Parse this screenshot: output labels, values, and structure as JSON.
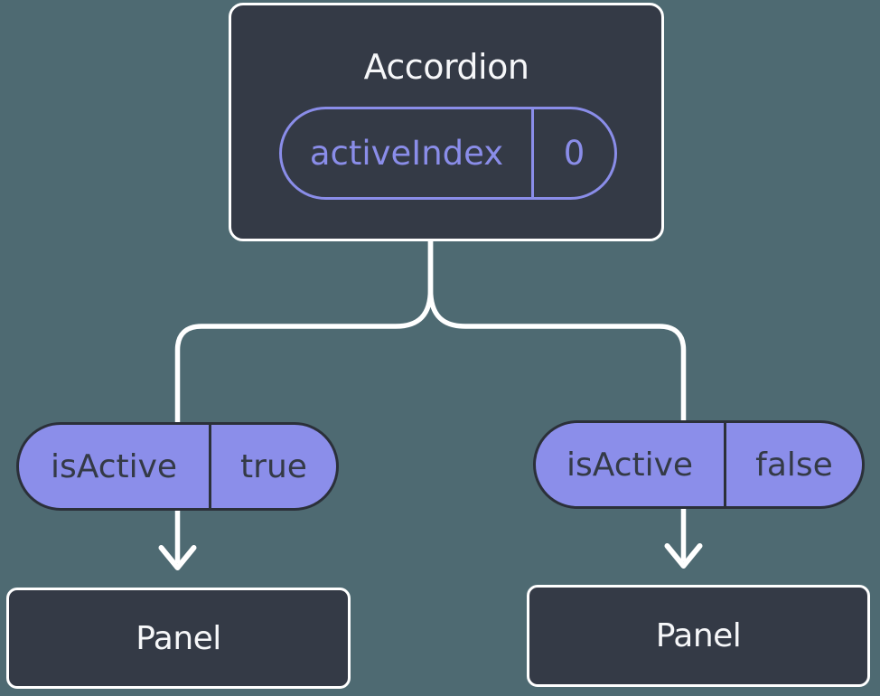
{
  "diagram": {
    "root": {
      "title": "Accordion",
      "state_pill": {
        "name": "activeIndex",
        "value": "0"
      }
    },
    "children": [
      {
        "prop_pill": {
          "name": "isActive",
          "value": "true"
        },
        "title": "Panel"
      },
      {
        "prop_pill": {
          "name": "isActive",
          "value": "false"
        },
        "title": "Panel"
      }
    ]
  },
  "colors": {
    "background": "#4e6a72",
    "node_fill": "#343a46",
    "node_border": "#ffffff",
    "node_text": "#f6f7f9",
    "accent_purple": "#8a8de9",
    "prop_pill_fill": "#8b8eea",
    "prop_pill_border": "#2b3039",
    "prop_pill_text": "#343a46",
    "connector": "#ffffff"
  }
}
